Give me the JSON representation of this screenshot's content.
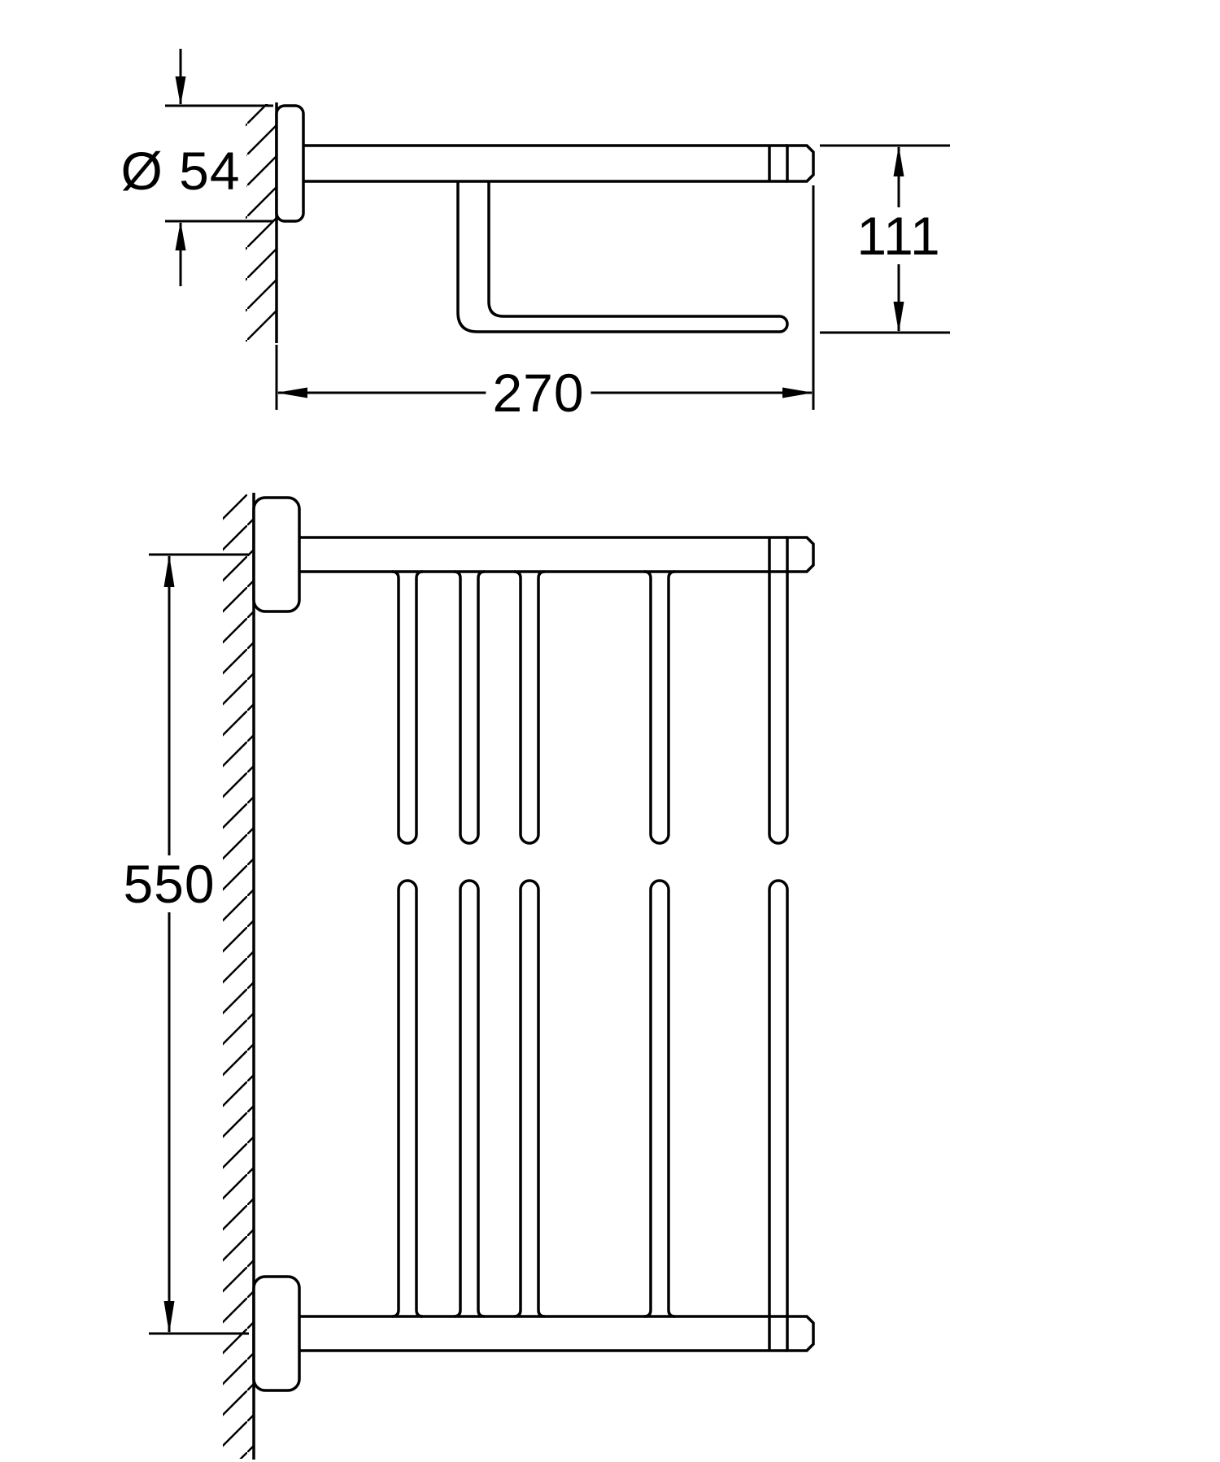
{
  "drawing": {
    "background": "#ffffff",
    "line_color": "#000000",
    "side_view": {
      "dim_flange_diameter": "Ø 54",
      "dim_height": "111",
      "dim_depth": "270"
    },
    "front_view": {
      "dim_width": "550"
    }
  }
}
